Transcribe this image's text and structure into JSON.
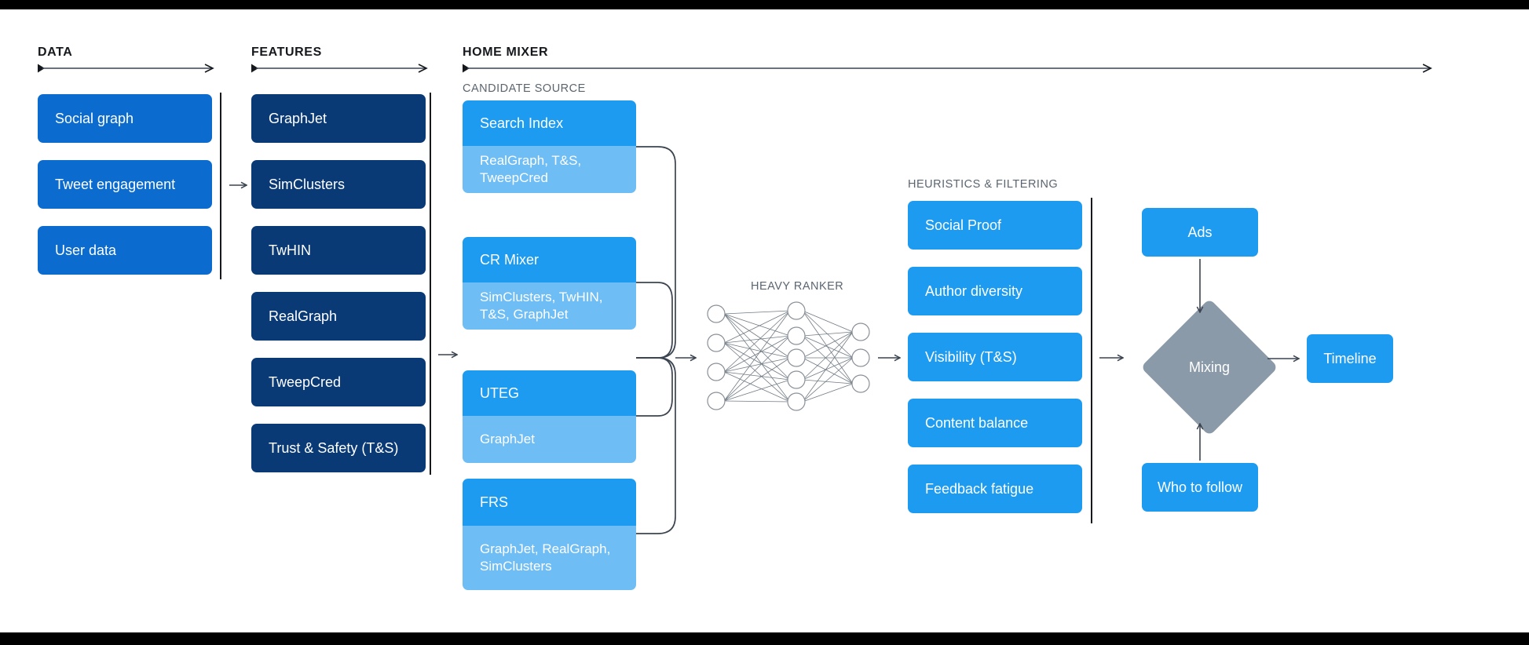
{
  "stages": [
    {
      "label": "DATA",
      "axis": "axis-arrow"
    },
    {
      "label": "FEATURES",
      "axis": "axis-arrow"
    },
    {
      "label": "HOME MIXER",
      "axis": "axis-arrow"
    }
  ],
  "sub_labels": {
    "candidate_source": "CANDIDATE SOURCE",
    "heavy_ranker": "HEAVY RANKER",
    "heuristics": "HEURISTICS & FILTERING"
  },
  "data_column": {
    "items": [
      {
        "label": "Social graph"
      },
      {
        "label": "Tweet engagement"
      },
      {
        "label": "User data"
      }
    ]
  },
  "features_column": {
    "items": [
      {
        "label": "GraphJet"
      },
      {
        "label": "SimClusters"
      },
      {
        "label": "TwHIN"
      },
      {
        "label": "RealGraph"
      },
      {
        "label": "TweepCred"
      },
      {
        "label": "Trust & Safety (T&S)"
      }
    ]
  },
  "candidate_sources": {
    "items": [
      {
        "title": "Search Index",
        "features": "RealGraph, T&S,\nTweepCred"
      },
      {
        "title": "CR Mixer",
        "features": "SimClusters, TwHIN,\nT&S, GraphJet"
      },
      {
        "title": "UTEG",
        "features": "GraphJet"
      },
      {
        "title": "FRS",
        "features": "GraphJet, RealGraph,\nSimClusters"
      }
    ]
  },
  "heavy_ranker": {
    "label": "HEAVY RANKER",
    "layers": [
      4,
      5,
      3
    ]
  },
  "heuristics_column": {
    "items": [
      {
        "label": "Social Proof"
      },
      {
        "label": "Author diversity"
      },
      {
        "label": "Visibility (T&S)"
      },
      {
        "label": "Content balance"
      },
      {
        "label": "Feedback fatigue"
      }
    ]
  },
  "mixing_stage": {
    "ads": "Ads",
    "mixing": "Mixing",
    "who_to_follow": "Who to follow",
    "timeline": "Timeline"
  },
  "colors": {
    "data_blue": "#0b6bce",
    "feature_navy": "#0a3a75",
    "accent_blue": "#1d9bf0",
    "light_blue": "#6ebdf5",
    "diamond_gray": "#8b9aa8",
    "rule_dark": "#15181c",
    "muted_text": "#5b6570",
    "connector": "#3b4450",
    "letterbox": "#000000",
    "canvas": "#ffffff"
  }
}
